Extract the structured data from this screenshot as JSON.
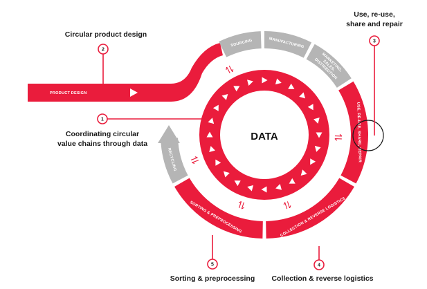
{
  "colors": {
    "red": "#ea1c3c",
    "grey": "#b5b5b5",
    "dark": "#1a1a1a"
  },
  "center": {
    "title": "DATA"
  },
  "segments": {
    "product_design": "PRODUCT DESIGN",
    "sourcing": "SOURCING",
    "manufacturing": "MANUFACTURING",
    "marketing_1": "MARKETING,",
    "marketing_2": "SALES,",
    "marketing_3": "DISTRIBUTION",
    "use": "USE, RE-USE, SHARE, REPAIR",
    "collection": "COLLECTION & REVERSE LOGISTICS",
    "sorting": "SORTING & PREPROCESSING",
    "recycling": "RECYCLING"
  },
  "callouts": [
    {
      "num": "1",
      "line1": "Coordinating circular",
      "line2": "value chains through data"
    },
    {
      "num": "2",
      "line1": "Circular product design"
    },
    {
      "num": "3",
      "line1": "Use, re-use,",
      "line2": "share and repair"
    },
    {
      "num": "4",
      "line1": "Collection & reverse logistics"
    },
    {
      "num": "5",
      "line1": "Sorting & preprocessing"
    }
  ],
  "icons": [
    "play-arrow-icon",
    "exchange-arrows-icon",
    "recycling-arrow-icon"
  ]
}
